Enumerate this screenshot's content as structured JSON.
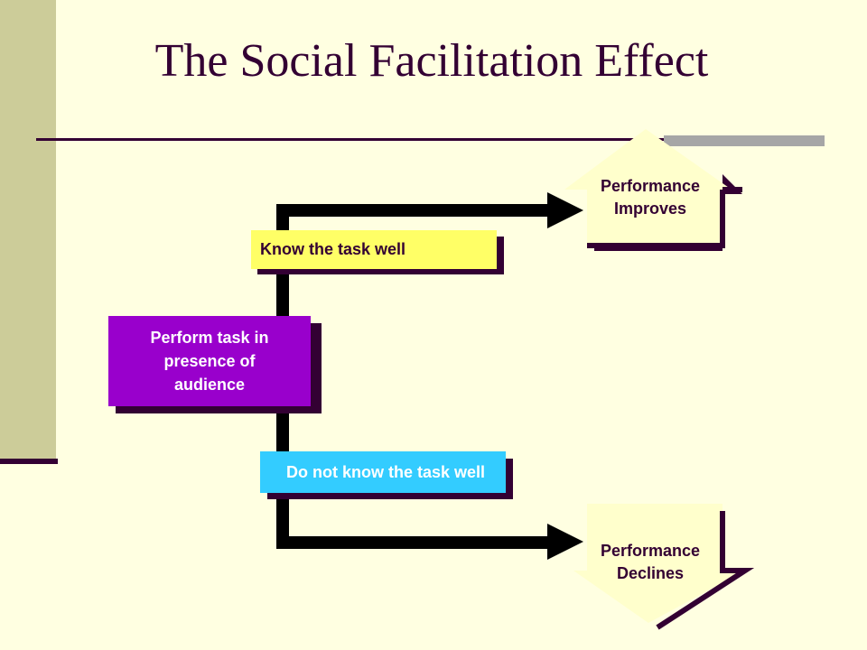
{
  "slide": {
    "title": "The Social Facilitation Effect"
  },
  "flow": {
    "start": "Perform task in presence of audience",
    "start_lines": [
      "Perform task in",
      "presence of",
      "audience"
    ],
    "upper_branch": "Know the task well",
    "lower_branch": "Do not know the task well",
    "outcome_up_lines": [
      "Performance",
      "Improves"
    ],
    "outcome_down_lines": [
      "Performance",
      "Declines"
    ]
  },
  "colors": {
    "background": "#FFFFE1",
    "sidebar": "#CCCC99",
    "accent_dark": "#330033",
    "start_box": "#9900CC",
    "upper_box": "#FFFF66",
    "lower_box": "#33CCFF",
    "outcome_fill": "#FFFFCC"
  }
}
